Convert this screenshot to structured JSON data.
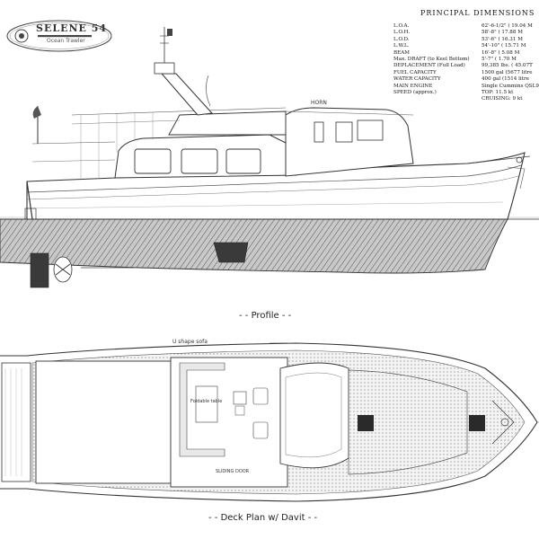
{
  "logo": {
    "title": "SELENE 54",
    "subtitle": "Ocean Trawler"
  },
  "dimensions": {
    "title": "PRINCIPAL  DIMENSIONS",
    "rows": [
      {
        "label": "L.O.A.",
        "value": "62'-6-1/2\"  ( 19.04 M"
      },
      {
        "label": "L.O.H.",
        "value": "58'-8\"  ( 17.88 M"
      },
      {
        "label": "L.O.D.",
        "value": "53'-6\"  ( 16.31 M"
      },
      {
        "label": "L.W.L.",
        "value": "54'-10\"  ( 15.71 M"
      },
      {
        "label": "BEAM",
        "value": "16'-8\"  ( 5.08 M"
      },
      {
        "label": "Max. DRAFT (to Keel Bottom)",
        "value": "5'-7\"  ( 1.70 M"
      },
      {
        "label": "DEPLACEMENT (Full Load)",
        "value": "99,385 lbs. ( 45.07T"
      },
      {
        "label": "FUEL CAPACITY",
        "value": "1500 gal  (5677 litre"
      },
      {
        "label": "WATER CAPACITY",
        "value": "400 gal  (1514 litre"
      },
      {
        "label": "MAIN ENGINE",
        "value": "Single Cummins QSL9"
      },
      {
        "label": "SPEED (approx.)",
        "value": "TOP: 11.5 kt"
      },
      {
        "label": "",
        "value": "CRUISING: 9 kt"
      }
    ]
  },
  "profile": {
    "caption": "- - Profile - -",
    "horn_label": "HORN"
  },
  "deck_plan": {
    "caption": "- - Deck Plan w/ Davit - -",
    "labels": {
      "sofa": "U shape sofa",
      "table": "Foldable table",
      "door": "SLIDING DOOR"
    }
  },
  "colors": {
    "line": "#333333",
    "hull_shade": "#9a9a9a",
    "dark": "#2a2a2a"
  }
}
